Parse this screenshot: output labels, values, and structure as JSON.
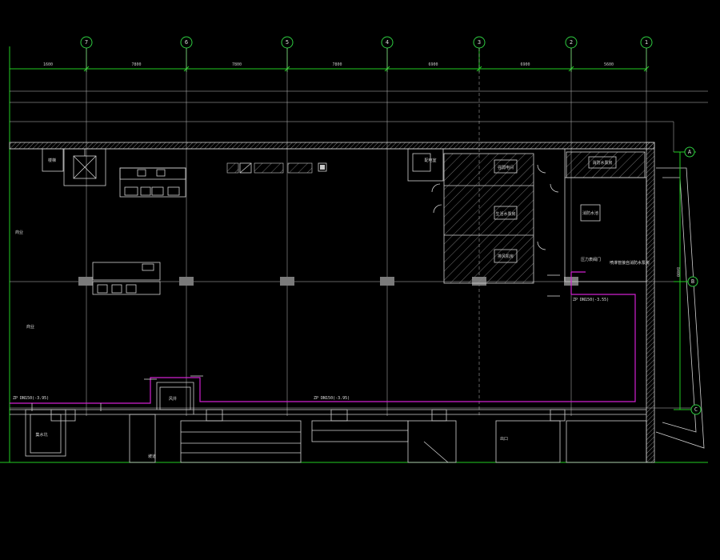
{
  "axes_top": [
    {
      "id": "axis-7",
      "label": "7"
    },
    {
      "id": "axis-6",
      "label": "6"
    },
    {
      "id": "axis-5",
      "label": "5"
    },
    {
      "id": "axis-4",
      "label": "4"
    },
    {
      "id": "axis-3",
      "label": "3"
    },
    {
      "id": "axis-2",
      "label": "2"
    },
    {
      "id": "axis-1",
      "label": "1"
    }
  ],
  "axes_right": [
    {
      "id": "axis-A",
      "label": "A"
    },
    {
      "id": "axis-B",
      "label": "B"
    },
    {
      "id": "axis-C",
      "label": "C"
    }
  ],
  "dimensions_top": [
    "1600",
    "7800",
    "7800",
    "7800",
    "6900",
    "6900",
    "5600"
  ],
  "dimension_right": "8400",
  "rooms": {
    "stair": "楼梯",
    "electric_room": "配电室",
    "room_right": "消防水池",
    "hatched_1": "强弱电间",
    "hatched_2": "生活水泵房",
    "hatched_3": "排风机房",
    "top_right": "消防水泵房",
    "left_label_1": "商业",
    "left_label_2": "商业",
    "well": "集水坑",
    "bottom_room": "坡道",
    "shaft": "风井",
    "exit": "出口"
  },
  "pipes": {
    "label_left": "ZP DN150(-3.95)",
    "label_mid": "ZP DN150(-3.95)",
    "label_right": "ZP DN150(-3.55)",
    "valve_note": "压力表阀门",
    "pipe_note": "喷淋管接自消防水泵房"
  },
  "colors": {
    "background": "#000000",
    "axis_lines": "#22cc22",
    "walls": "#d0d0d0",
    "pipe": "#d020d0"
  }
}
